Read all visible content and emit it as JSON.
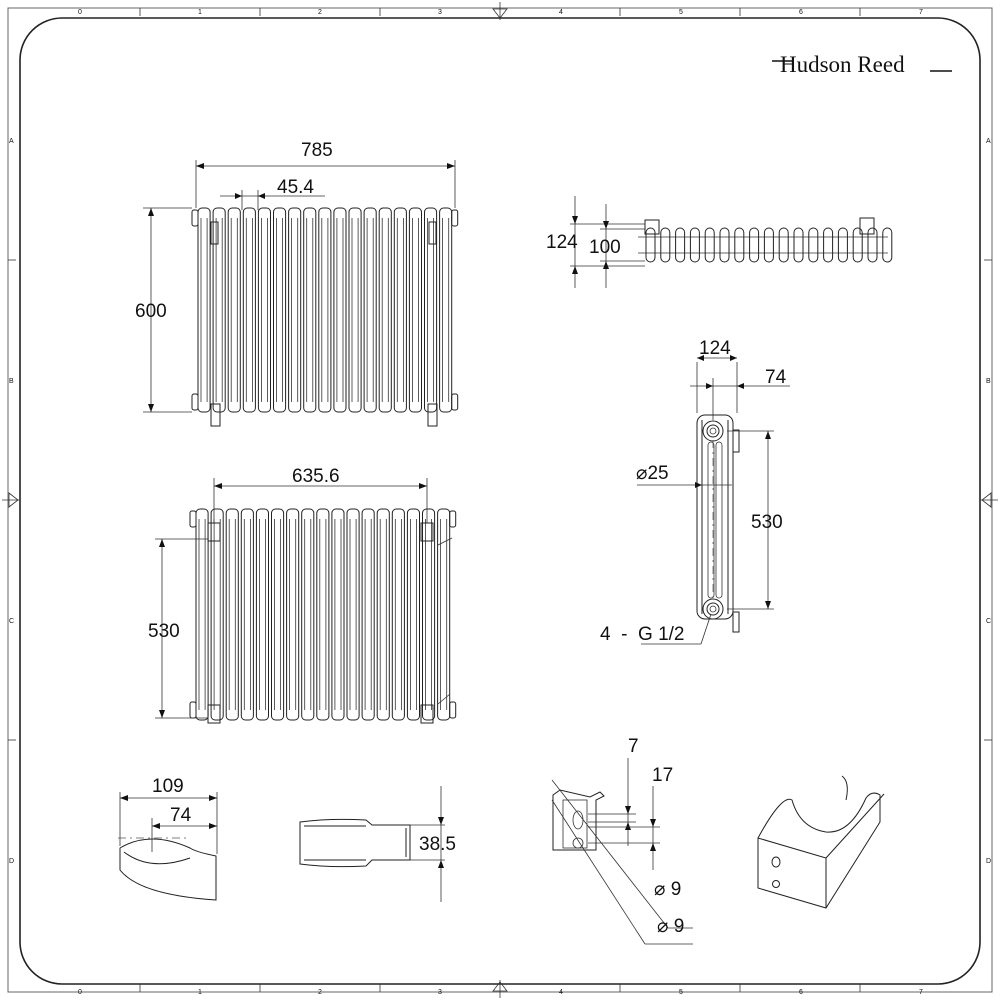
{
  "brand": "Hudson Reed",
  "frame": {
    "columns": [
      "0",
      "1",
      "2",
      "3",
      "4",
      "5",
      "6",
      "7"
    ],
    "rows": [
      "A",
      "B",
      "C",
      "D"
    ]
  },
  "views": {
    "front": {
      "width": "785",
      "section_pitch": "45.4",
      "height": "600"
    },
    "top": {
      "depth_outer": "124",
      "depth_inner": "100"
    },
    "rear": {
      "bracket_spacing": "635.6",
      "bracket_height": "530"
    },
    "side": {
      "depth": "124",
      "offset": "74",
      "tube_diameter": "⌀25",
      "centres": "530",
      "connections": "4  -  G 1/2"
    },
    "bracket_side": {
      "length": "109",
      "offset": "74"
    },
    "bracket_plan": {
      "width": "38.5"
    },
    "bracket_detail": {
      "dim_a": "7",
      "dim_b": "17",
      "hole_a": "⌀ 9",
      "hole_b": "⌀ 9"
    }
  }
}
